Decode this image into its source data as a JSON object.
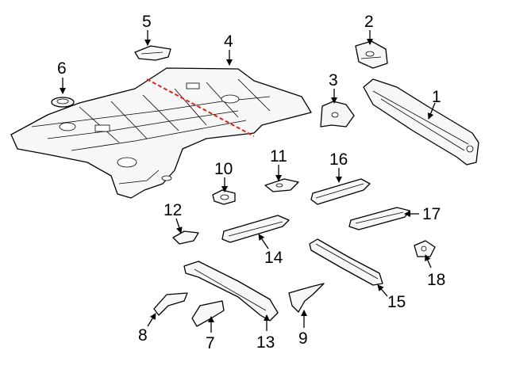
{
  "callouts": [
    {
      "id": "1",
      "label": "1"
    },
    {
      "id": "2",
      "label": "2"
    },
    {
      "id": "3",
      "label": "3"
    },
    {
      "id": "4",
      "label": "4"
    },
    {
      "id": "5",
      "label": "5"
    },
    {
      "id": "6",
      "label": "6"
    },
    {
      "id": "7",
      "label": "7"
    },
    {
      "id": "8",
      "label": "8"
    },
    {
      "id": "9",
      "label": "9"
    },
    {
      "id": "10",
      "label": "10"
    },
    {
      "id": "11",
      "label": "11"
    },
    {
      "id": "12",
      "label": "12"
    },
    {
      "id": "13",
      "label": "13"
    },
    {
      "id": "14",
      "label": "14"
    },
    {
      "id": "15",
      "label": "15"
    },
    {
      "id": "16",
      "label": "16"
    },
    {
      "id": "17",
      "label": "17"
    },
    {
      "id": "18",
      "label": "18"
    }
  ],
  "colors": {
    "outline": "#000000",
    "cut_line": "#e0201b"
  }
}
